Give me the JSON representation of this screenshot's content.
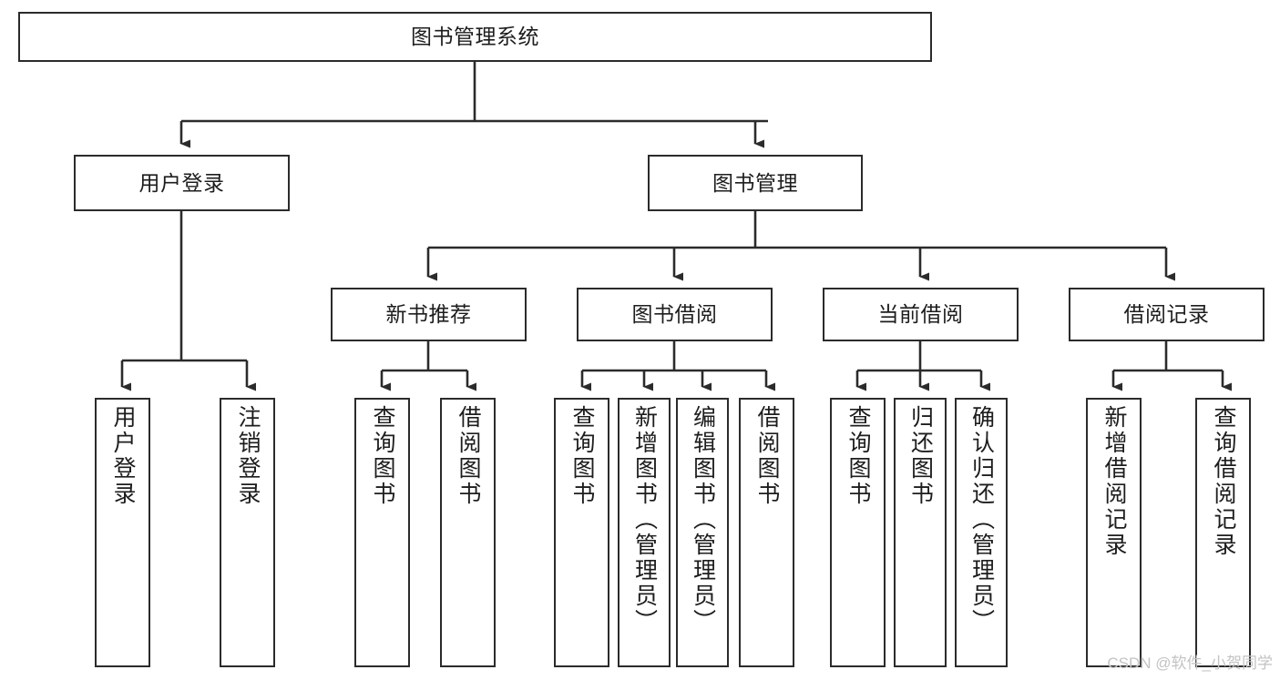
{
  "diagram": {
    "title": "图书管理系统",
    "type": "tree-hierarchy",
    "watermark": "CSDN @软件_小贺同学",
    "colors": {
      "line": "#2b2b2b",
      "box_fill": "#ffffff",
      "text": "#1d1d1d",
      "watermark": "#c3c3c3"
    },
    "levels": {
      "root": {
        "label": "图书管理系统"
      },
      "level2": [
        {
          "id": "user-login",
          "label": "用户登录"
        },
        {
          "id": "book-management",
          "label": "图书管理"
        }
      ],
      "level3": [
        {
          "id": "new-book-recommend",
          "label": "新书推荐"
        },
        {
          "id": "book-borrow",
          "label": "图书借阅"
        },
        {
          "id": "current-borrow",
          "label": "当前借阅"
        },
        {
          "id": "borrow-record",
          "label": "借阅记录"
        }
      ],
      "leaves": [
        {
          "id": "leaf-user-login",
          "label": "用户登录",
          "parent": "user-login"
        },
        {
          "id": "leaf-user-logout",
          "label": "注销登录",
          "parent": "user-login"
        },
        {
          "id": "leaf-query-book-1",
          "label": "查询图书",
          "parent": "new-book-recommend"
        },
        {
          "id": "leaf-borrow-book-1",
          "label": "借阅图书",
          "parent": "new-book-recommend"
        },
        {
          "id": "leaf-query-book-2",
          "label": "查询图书",
          "parent": "book-borrow"
        },
        {
          "id": "leaf-add-book",
          "label": "新增图书（管理员）",
          "parent": "book-borrow"
        },
        {
          "id": "leaf-edit-book",
          "label": "编辑图书（管理员）",
          "parent": "book-borrow"
        },
        {
          "id": "leaf-borrow-book-2",
          "label": "借阅图书",
          "parent": "book-borrow"
        },
        {
          "id": "leaf-query-book-3",
          "label": "查询图书",
          "parent": "current-borrow"
        },
        {
          "id": "leaf-return-book",
          "label": "归还图书",
          "parent": "current-borrow"
        },
        {
          "id": "leaf-confirm-return",
          "label": "确认归还（管理员）",
          "parent": "current-borrow"
        },
        {
          "id": "leaf-add-record",
          "label": "新增借阅记录",
          "parent": "borrow-record"
        },
        {
          "id": "leaf-query-record",
          "label": "查询借阅记录",
          "parent": "borrow-record"
        }
      ]
    }
  }
}
